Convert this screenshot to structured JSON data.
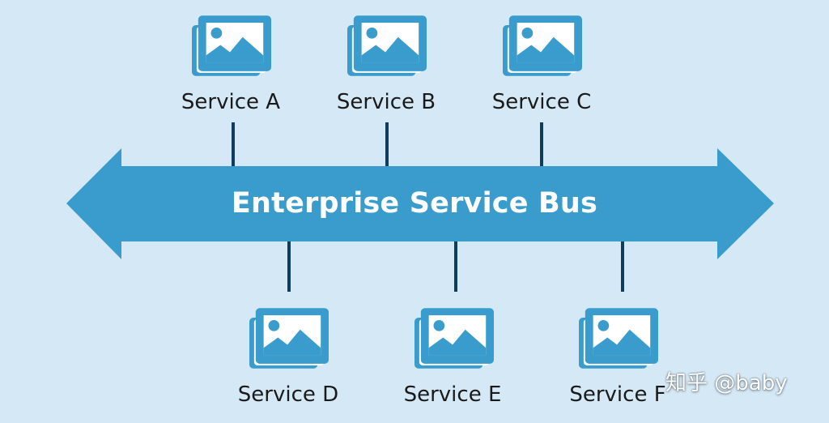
{
  "diagram": {
    "bus": {
      "label": "Enterprise Service Bus",
      "direction": "bidirectional",
      "color": "#3a9ccc"
    },
    "connector_color": "#0d3f5c",
    "icon_color": "#3a9ccc",
    "icon": "image-gallery-icon",
    "services": [
      {
        "id": "a",
        "label": "Service A",
        "side": "top"
      },
      {
        "id": "b",
        "label": "Service B",
        "side": "top"
      },
      {
        "id": "c",
        "label": "Service C",
        "side": "top"
      },
      {
        "id": "d",
        "label": "Service D",
        "side": "bottom"
      },
      {
        "id": "e",
        "label": "Service E",
        "side": "bottom"
      },
      {
        "id": "f",
        "label": "Service F",
        "side": "bottom"
      }
    ]
  },
  "watermark": {
    "text": "知乎 @baby"
  }
}
